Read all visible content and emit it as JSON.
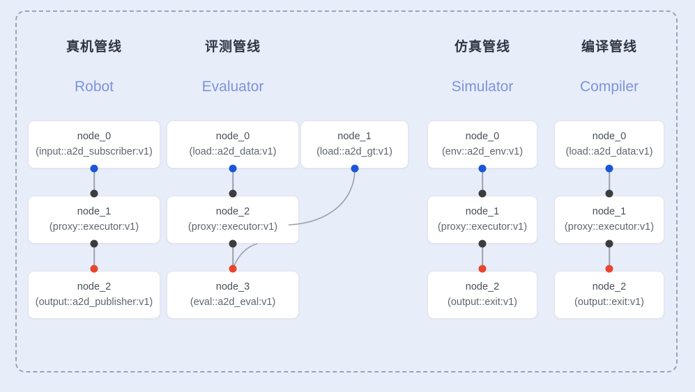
{
  "theme": {
    "background": "#e8edfa",
    "frame_border": "#9aa3b5",
    "card_background": "#ffffff",
    "card_border": "#e2e4e9",
    "title_cn_color": "#2f3542",
    "title_en_color": "#7d94d8",
    "port_input_color": "#1a56d6",
    "port_middle_color": "#3c3c3c",
    "port_output_color": "#e8462c",
    "edge_color": "#9aa0ac"
  },
  "columns": [
    {
      "id": "robot",
      "title_cn": "真机管线",
      "title_en": "Robot",
      "nodes": [
        {
          "name": "node_0",
          "spec": "(input::a2d_subscriber:v1)"
        },
        {
          "name": "node_1",
          "spec": "(proxy::executor:v1)"
        },
        {
          "name": "node_2",
          "spec": "(output::a2d_publisher:v1)"
        }
      ]
    },
    {
      "id": "evaluator",
      "title_cn": "评测管线",
      "title_en": "Evaluator",
      "nodes": [
        {
          "name": "node_0",
          "spec": "(load::a2d_data:v1)"
        },
        {
          "name": "node_1",
          "spec": "(load::a2d_gt:v1)"
        },
        {
          "name": "node_2",
          "spec": "(proxy::executor:v1)"
        },
        {
          "name": "node_3",
          "spec": "(eval::a2d_eval:v1)"
        }
      ]
    },
    {
      "id": "simulator",
      "title_cn": "仿真管线",
      "title_en": "Simulator",
      "nodes": [
        {
          "name": "node_0",
          "spec": "(env::a2d_env:v1)"
        },
        {
          "name": "node_1",
          "spec": "(proxy::executor:v1)"
        },
        {
          "name": "node_2",
          "spec": "(output::exit:v1)"
        }
      ]
    },
    {
      "id": "compiler",
      "title_cn": "编译管线",
      "title_en": "Compiler",
      "nodes": [
        {
          "name": "node_0",
          "spec": "(load::a2d_data:v1)"
        },
        {
          "name": "node_1",
          "spec": "(proxy::executor:v1)"
        },
        {
          "name": "node_2",
          "spec": "(output::exit:v1)"
        }
      ]
    }
  ]
}
